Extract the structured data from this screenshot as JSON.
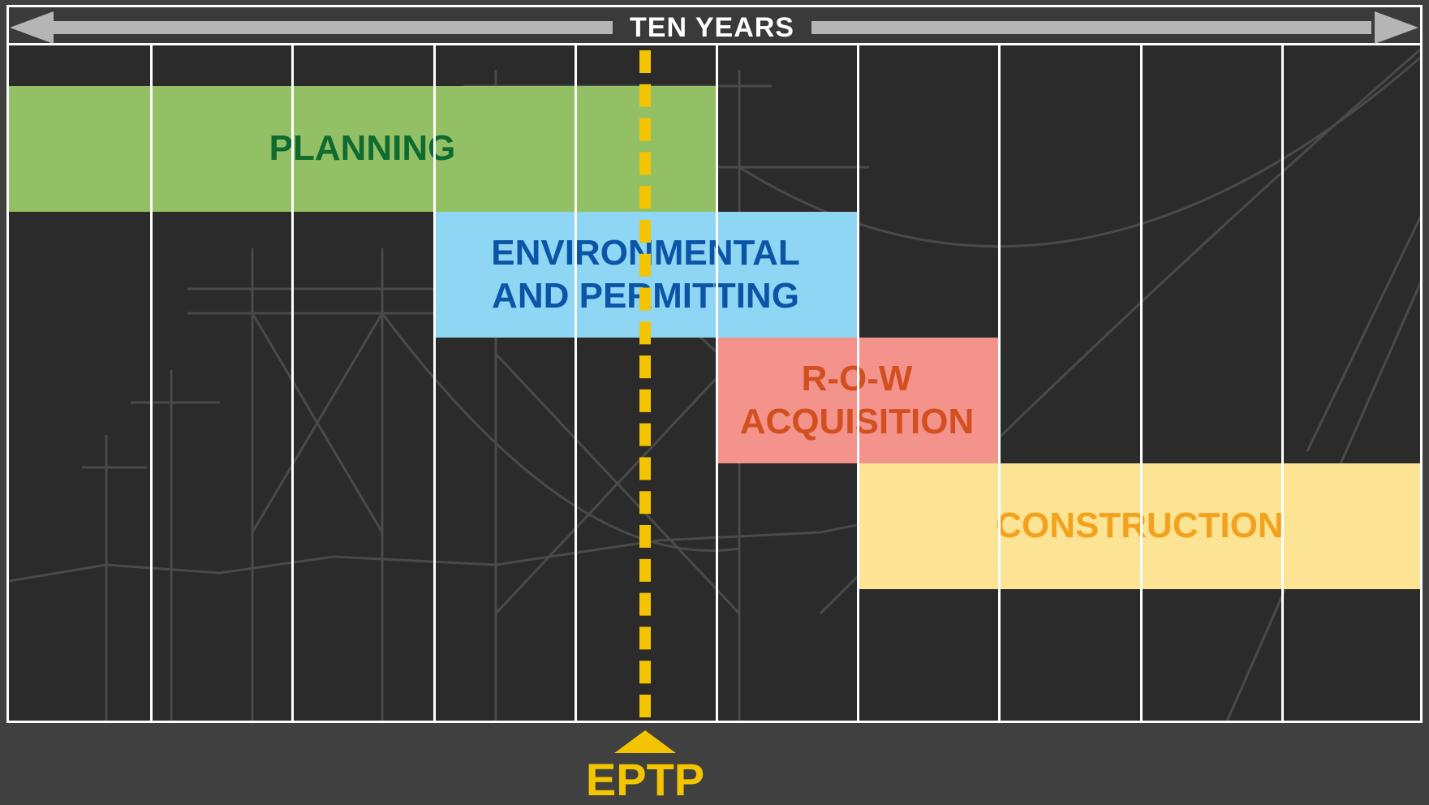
{
  "timeline": {
    "label": "TEN YEARS",
    "total_years": 10
  },
  "phases": [
    {
      "id": "planning",
      "lines": [
        "PLANNING"
      ],
      "start_year": 0,
      "end_year": 5,
      "row": 0,
      "fill": "#93c064",
      "text_color": "#0f6b30"
    },
    {
      "id": "environmental",
      "lines": [
        "ENVIRONMENTAL",
        "AND PERMITTING"
      ],
      "start_year": 3,
      "end_year": 6,
      "row": 1,
      "fill": "#8fd6f5",
      "text_color": "#0c55a6"
    },
    {
      "id": "row-acquisition",
      "lines": [
        "R-O-W",
        "ACQUISITION"
      ],
      "start_year": 5,
      "end_year": 7,
      "row": 2,
      "fill": "#f4928c",
      "text_color": "#d2501f"
    },
    {
      "id": "construction",
      "lines": [
        "CONSTRUCTION"
      ],
      "start_year": 6,
      "end_year": 10,
      "row": 3,
      "fill": "#fde394",
      "text_color": "#f4a21d"
    }
  ],
  "marker": {
    "label": "EPTP",
    "year": 4.5,
    "color": "#f5c400"
  },
  "colors": {
    "background": "#404040",
    "grid_fill": "#2b2b2b",
    "grid_lines": "#ffffff",
    "arrow": "#b5b5b5"
  }
}
